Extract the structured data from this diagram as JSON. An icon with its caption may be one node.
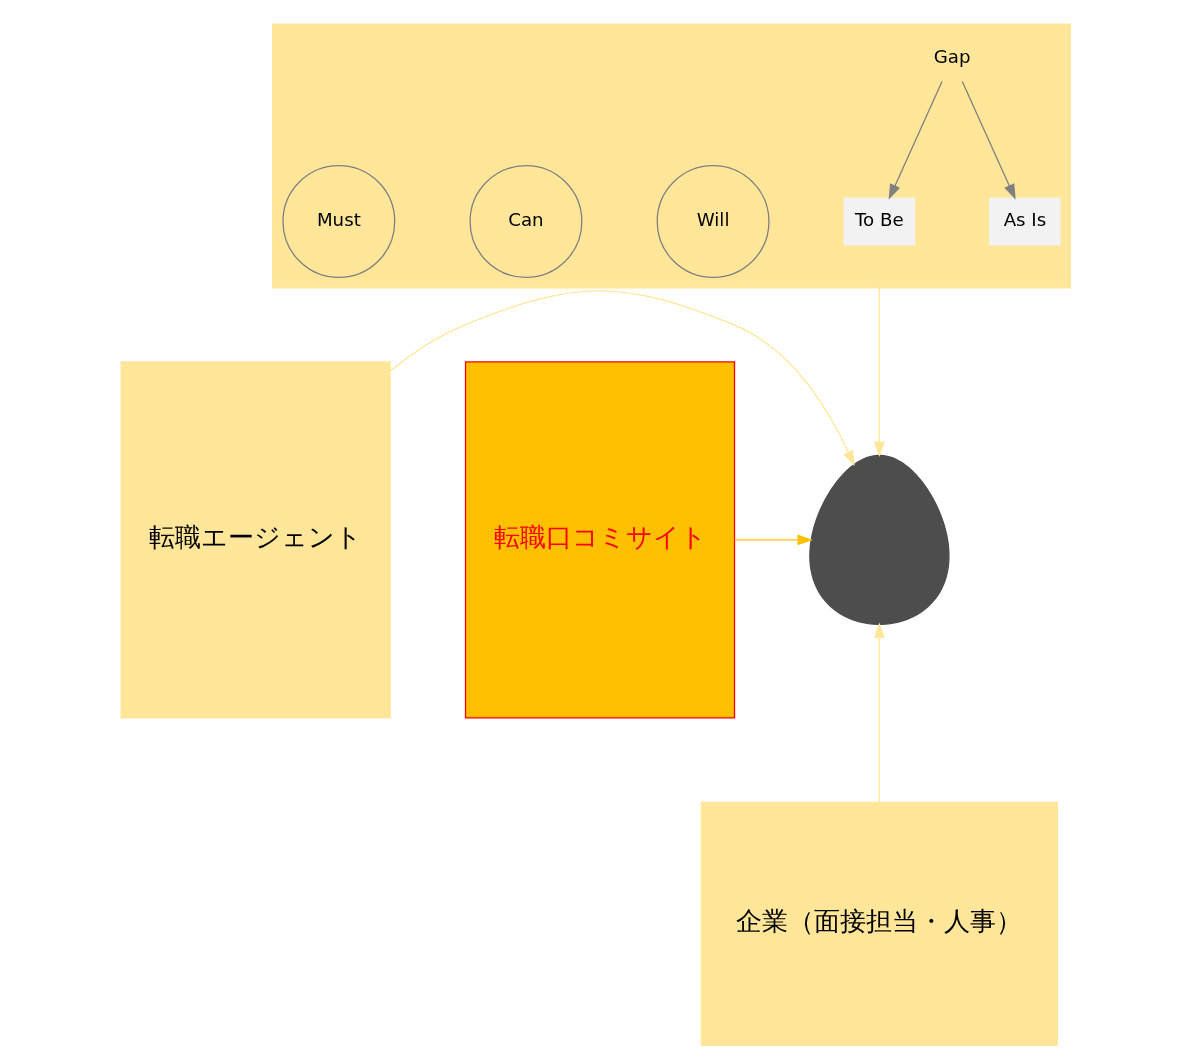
{
  "diagram": {
    "nodes": [
      {
        "text": [],
        "shape": "box"
      },
      {
        "text": [
          "To Be"
        ],
        "in": 0
      },
      {
        "text": [
          "Gap"
        ],
        "in": 0
      },
      {
        "text": [
          "As Is"
        ],
        "in": 0
      },
      {
        "text": [
          "Will"
        ],
        "in": 0
      },
      {
        "text": [
          "Can"
        ],
        "in": 0
      },
      {
        "text": [
          "Must"
        ],
        "in": 0
      },
      {
        "text": [
          "転職エージェント"
        ]
      },
      {
        "text": [],
        "shape": "person"
      },
      {
        "text": [
          "転職口コミサイト"
        ]
      },
      {
        "text": [
          "企業（面接担当・人事）"
        ]
      }
    ],
    "edges": [
      {
        "from": 2,
        "to": 1,
        "arrow": "to",
        "color": "#808080"
      },
      {
        "from": 2,
        "to": 3,
        "arrow": "to",
        "color": "#808080"
      },
      {
        "from": 0,
        "to": 8,
        "arrow": "to",
        "color": "#ffe699"
      },
      {
        "from": 7,
        "to": 8,
        "arrow": "to",
        "color": "#ffe699"
      },
      {
        "from": 9,
        "to": 8,
        "arrow": "to",
        "color": "#ffc000"
      },
      {
        "from": 10,
        "to": 8,
        "arrow": "to",
        "color": "#ffe699"
      }
    ]
  }
}
